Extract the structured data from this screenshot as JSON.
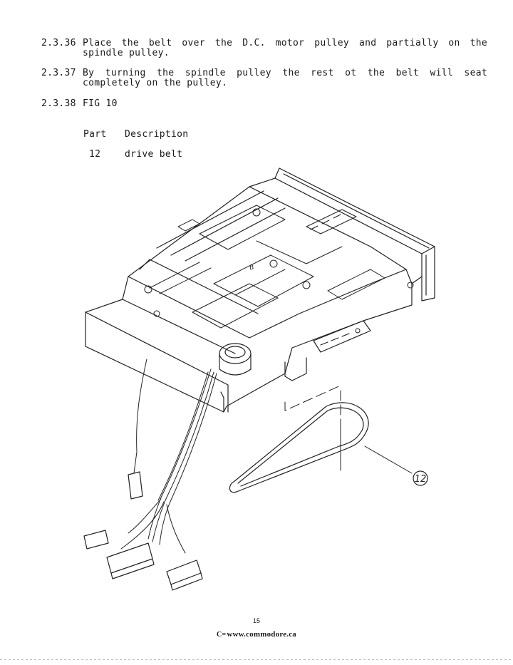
{
  "steps": [
    {
      "num": "2.3.36",
      "line1": "Place the belt over the D.C. motor pulley and partially on the",
      "line2": "spindle pulley."
    },
    {
      "num": "2.3.37",
      "line1": "By turning the spindle pulley the rest ot the belt will seat",
      "line2": "completely on the pulley."
    },
    {
      "num": "2.3.38",
      "line1": "FIG 10",
      "line2": ""
    }
  ],
  "parts_table": {
    "headers": {
      "part": "Part",
      "description": "Description"
    },
    "rows": [
      {
        "part": "12",
        "description": "drive belt"
      }
    ]
  },
  "figure": {
    "callout": "12",
    "label_b": "B"
  },
  "page_number": "15",
  "footer": {
    "logo": "C=",
    "site": "www.commodore.ca"
  }
}
